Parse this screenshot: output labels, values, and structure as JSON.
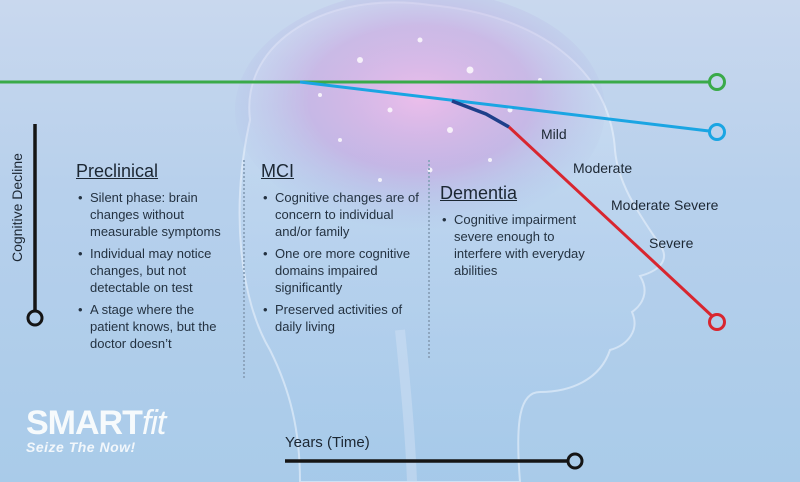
{
  "colors": {
    "normal_line": "#3aaa49",
    "mci_line": "#1aa5e3",
    "transition_line": "#1e3f8a",
    "dementia_line": "#d8262f",
    "axis": "#151515"
  },
  "axes": {
    "y_label": "Cognitive Decline",
    "x_label": "Years (Time)"
  },
  "phases": [
    {
      "title": "Preclinical",
      "bullets": [
        "Silent phase: brain changes without measurable symptoms",
        "Individual may notice changes, but not detectable on test",
        "A stage where the patient knows, but the doctor doesn’t"
      ]
    },
    {
      "title": "MCI",
      "bullets": [
        "Cognitive changes are of concern to individual and/or family",
        "One ore more cognitive domains impaired significantly",
        "Preserved activities of daily living"
      ]
    },
    {
      "title": "Dementia",
      "bullets": [
        "Cognitive impairment severe enough to interfere with everyday abilities"
      ]
    }
  ],
  "stages": [
    "Mild",
    "Moderate",
    "Moderate Severe",
    "Severe"
  ],
  "logo": {
    "main": "SMART",
    "italic": "fit",
    "tagline": "Seize The Now!"
  }
}
